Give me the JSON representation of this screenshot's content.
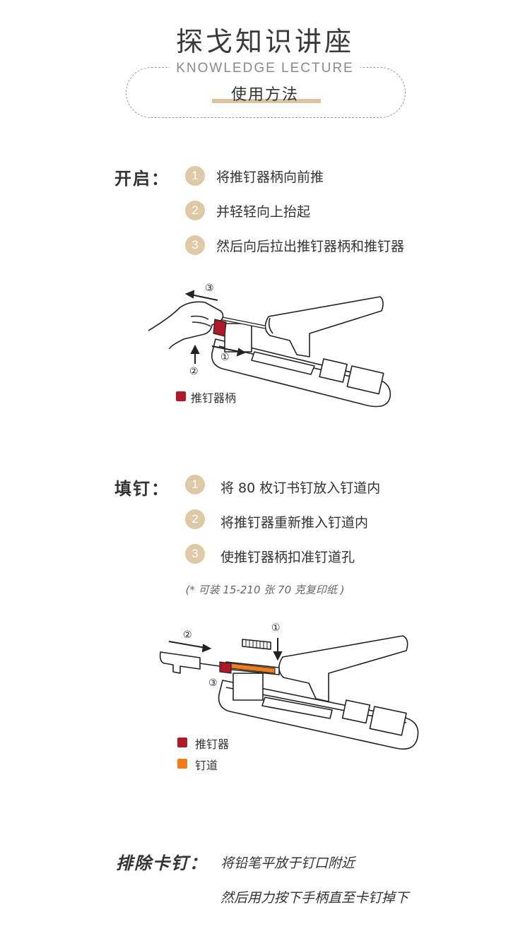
{
  "header": {
    "title": "探戈知识讲座",
    "subtitle": "KNOWLEDGE LECTURE",
    "usage": "使用方法"
  },
  "open_section": {
    "label": "开启：",
    "steps": [
      {
        "num": "1",
        "text": "将推钉器柄向前推"
      },
      {
        "num": "2",
        "text": "并轻轻向上抬起"
      },
      {
        "num": "3",
        "text": "然后向后拉出推钉器柄和推钉器"
      }
    ],
    "diagram_marks": [
      "③",
      "②",
      "①"
    ],
    "legend": [
      {
        "label": "推钉器柄",
        "color": "#b0182a"
      }
    ]
  },
  "fill_section": {
    "label": "填钉：",
    "steps": [
      {
        "num": "1",
        "text": "将 80 枚订书钉放入钉道内"
      },
      {
        "num": "2",
        "text": "将推钉器重新推入钉道内"
      },
      {
        "num": "3",
        "text": "使推钉器柄扣准钉道孔"
      }
    ],
    "note": "(* 可装 15-210 张 70 克复印纸 )",
    "diagram_marks": [
      "②",
      "①",
      "③"
    ],
    "legend": [
      {
        "label": "推钉器",
        "color": "#b0182a"
      },
      {
        "label": "钉道",
        "color": "#f07d1a"
      }
    ]
  },
  "jam_section": {
    "label": "排除卡钉：",
    "line1": "将铅笔平放于钉口附近",
    "line2": "然后用力按下手柄直至卡钉掉下"
  }
}
